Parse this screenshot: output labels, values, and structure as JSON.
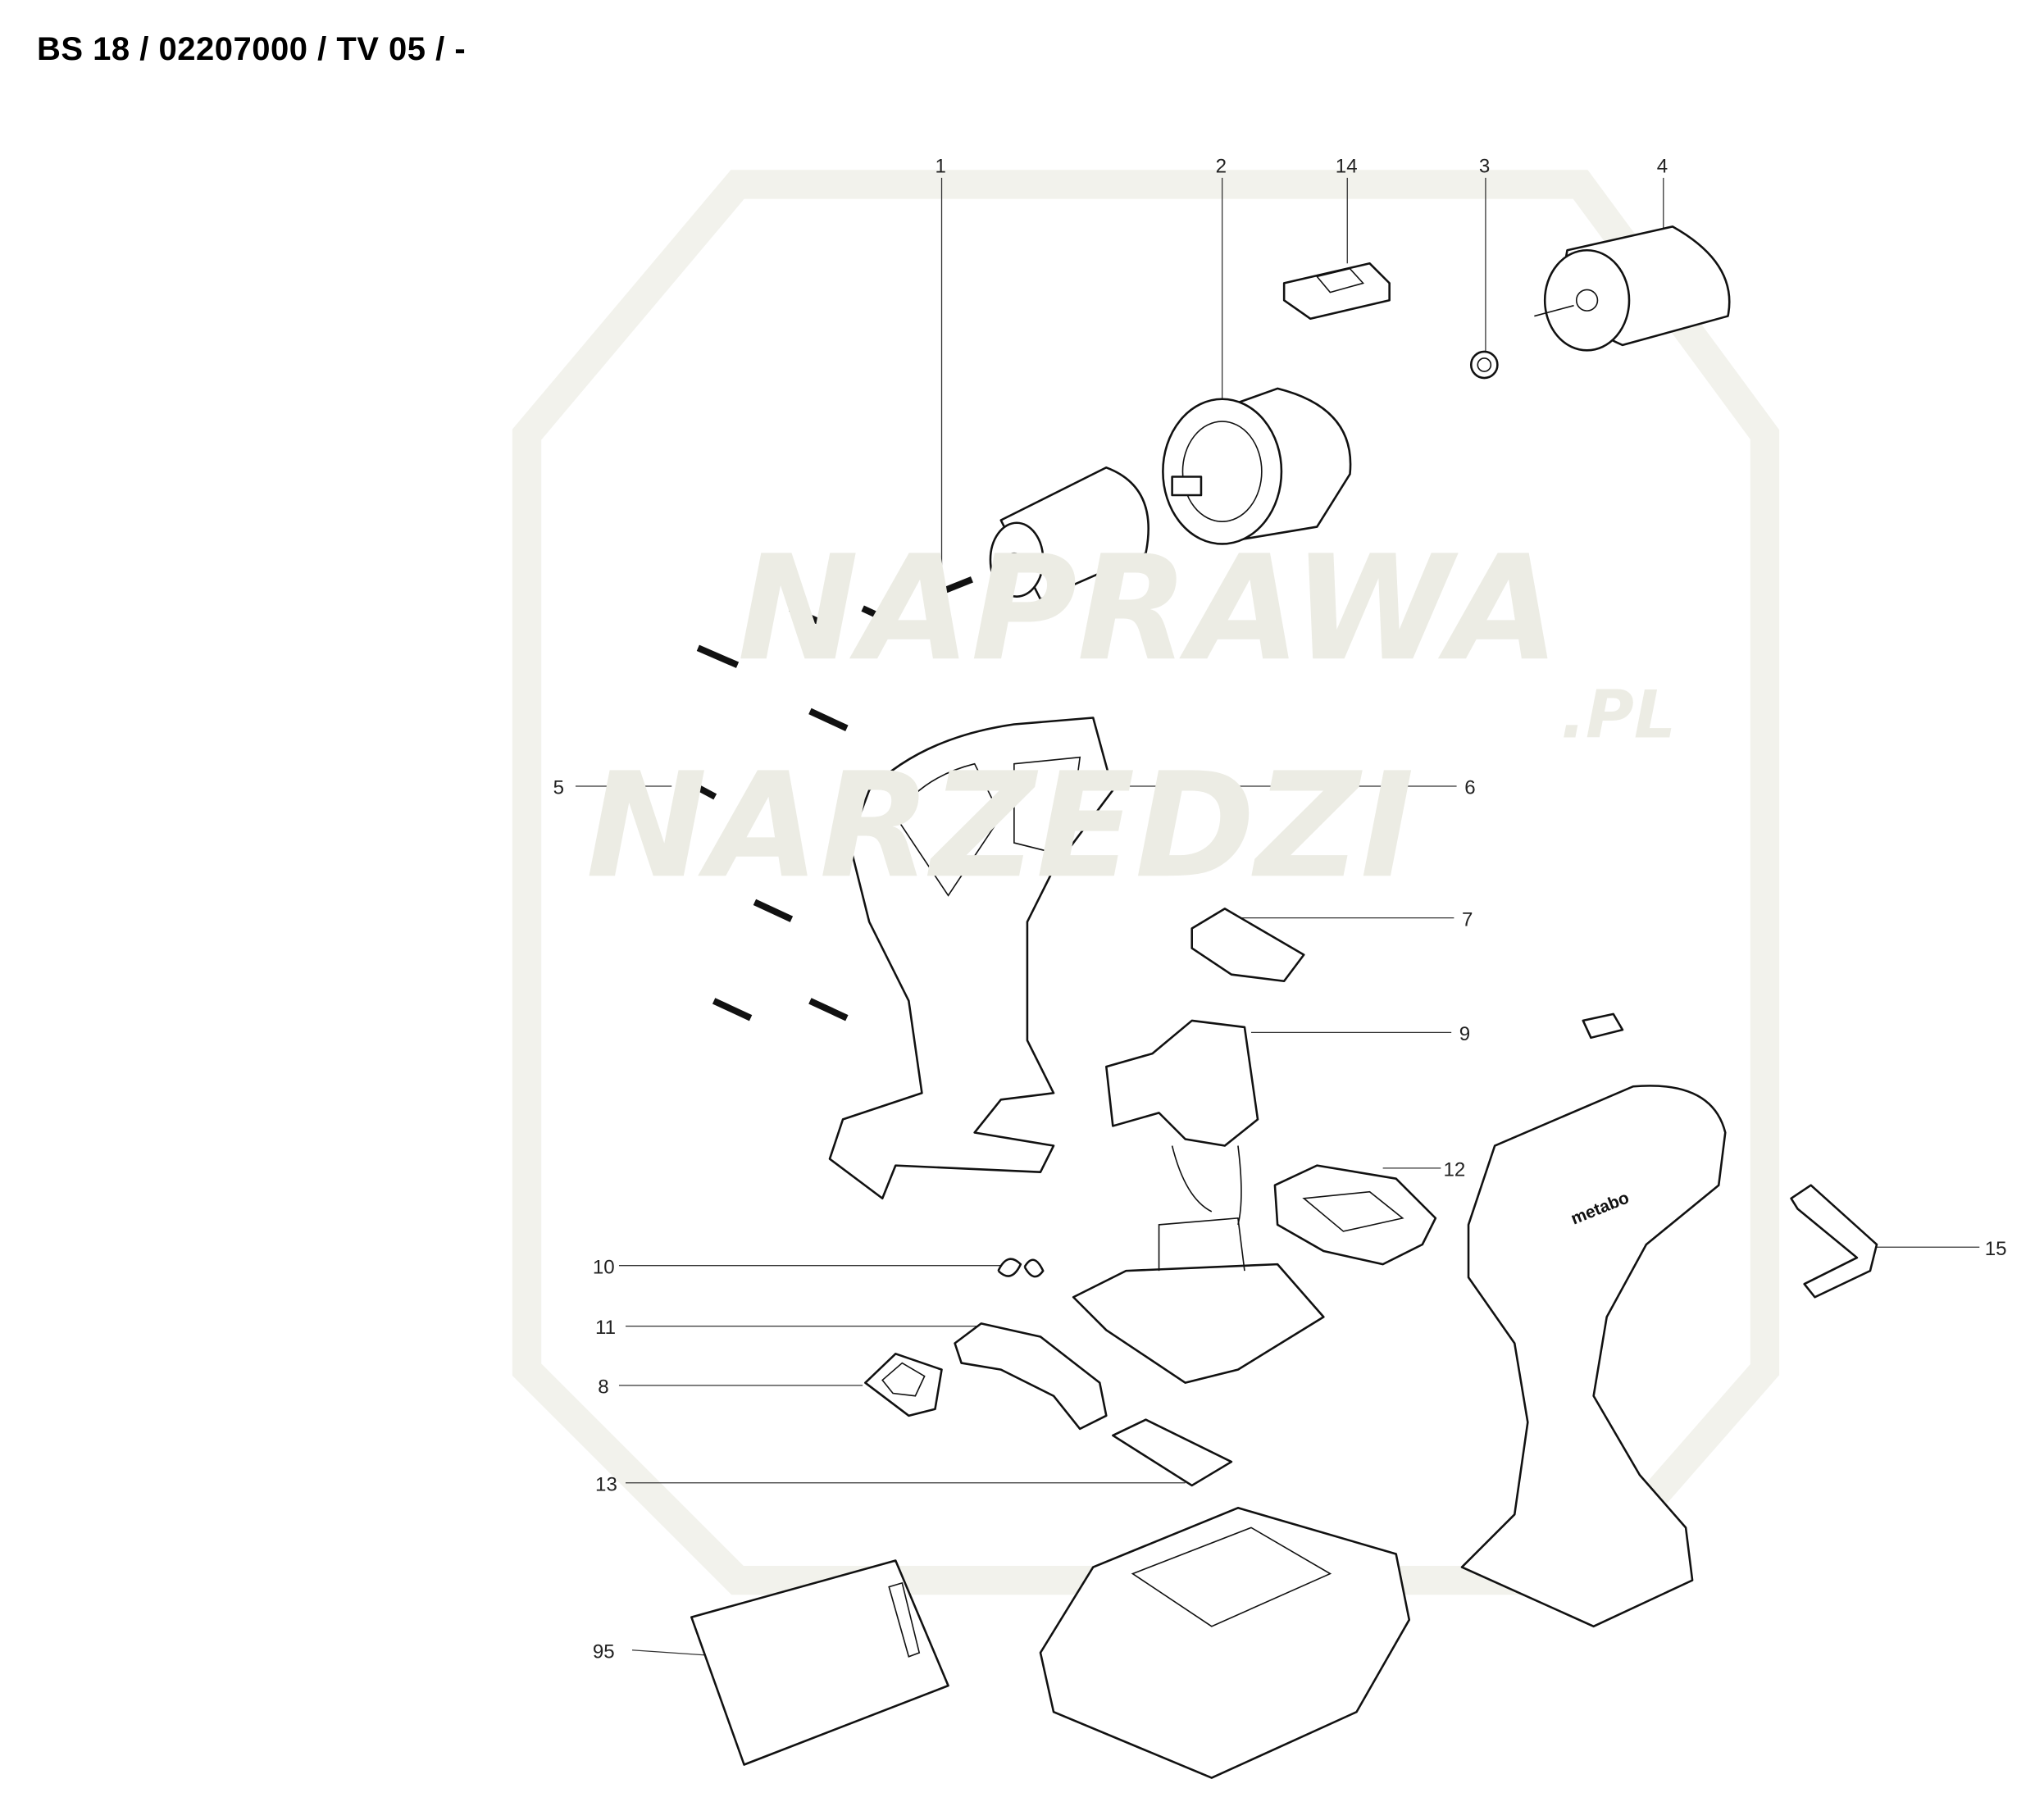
{
  "title": "BS 18 / 02207000 / TV 05 / -",
  "watermark": {
    "line1": "NAPRAWA",
    "line2": "NARZEDZI",
    "suffix": ".PL"
  },
  "labels": {
    "p1": "1",
    "p2": "2",
    "p14": "14",
    "p3": "3",
    "p4": "4",
    "p5": "5",
    "p6": "6",
    "p7": "7",
    "p9": "9",
    "p12": "12",
    "p15": "15",
    "p10": "10",
    "p11": "11",
    "p8": "8",
    "p13": "13",
    "p95": "95"
  },
  "brand_mark": "metabo"
}
